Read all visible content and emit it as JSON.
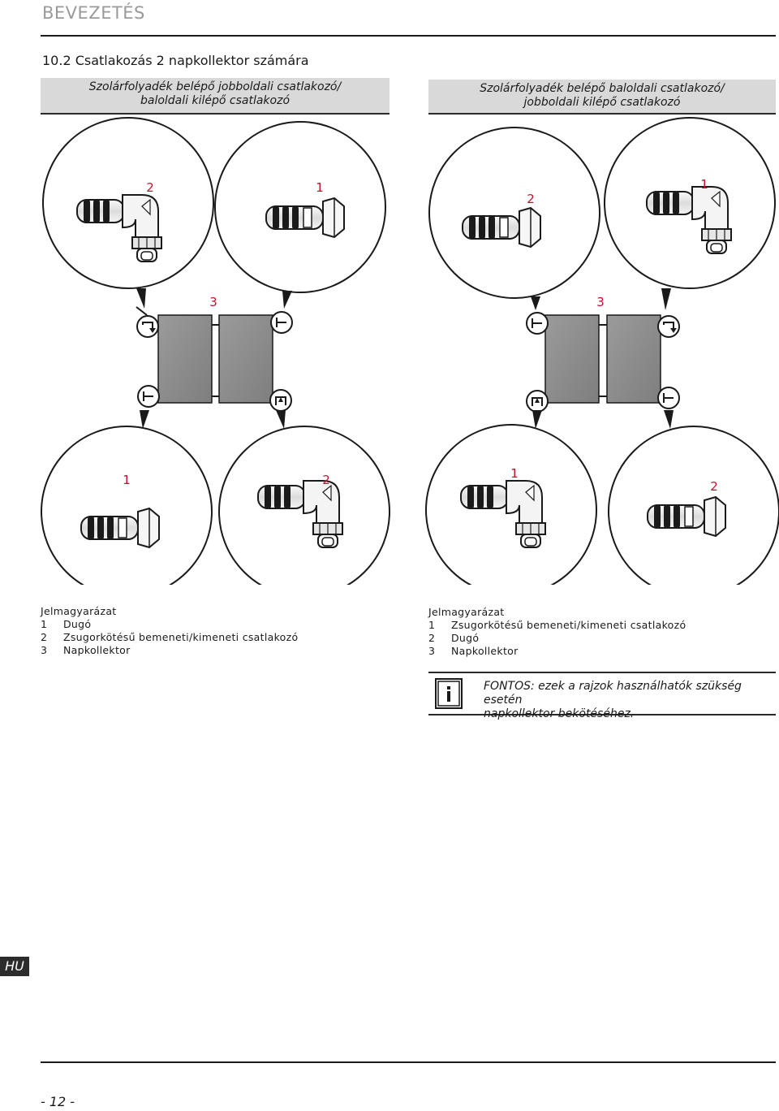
{
  "header": {
    "title": "BEVEZETÉS"
  },
  "section": {
    "title": "10.2  Csatlakozás 2 napkollektor számára"
  },
  "captions": {
    "left": [
      "Szolárfolyadék belépő jobboldali csatlakozó/",
      "baloldali kilépő csatlakozó"
    ],
    "right": [
      "Szolárfolyadék belépő baloldali csatlakozó/",
      "jobboldali kilépő csatlakozó"
    ]
  },
  "diagram": {
    "labels": {
      "tl1": "2",
      "tl2": "1",
      "tr1": "2",
      "tr2": "1",
      "c3a": "3",
      "c3b": "3",
      "bl1": "1",
      "bl2": "2",
      "br1": "1",
      "br2": "2"
    },
    "accent": "#c8102e"
  },
  "legend_left": {
    "title": "Jelmagyarázat",
    "items": [
      {
        "n": "1",
        "text": "Dugó"
      },
      {
        "n": "2",
        "text": "Zsugorkötésű bemeneti/kimeneti csatlakozó"
      },
      {
        "n": "3",
        "text": "Napkollektor"
      }
    ]
  },
  "legend_right": {
    "title": "Jelmagyarázat",
    "items": [
      {
        "n": "1",
        "text": "Zsugorkötésű bemeneti/kimeneti csatlakozó"
      },
      {
        "n": "2",
        "text": "Dugó"
      },
      {
        "n": "3",
        "text": "Napkollektor"
      }
    ]
  },
  "info": {
    "icon": "info-icon",
    "line1": "FONTOS: ezek a rajzok használhatók szükség esetén",
    "line2": "napkollektor bekötéséhez."
  },
  "lang_tab": "HU",
  "footer": {
    "page": "- 12 -"
  }
}
